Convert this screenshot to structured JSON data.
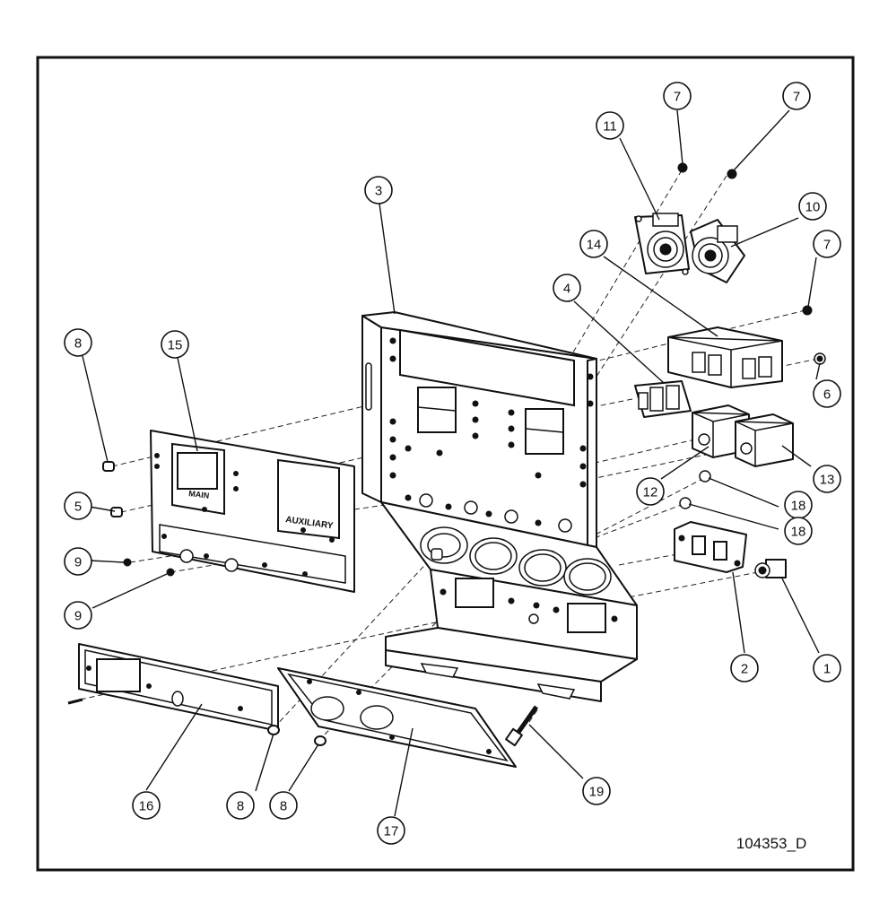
{
  "drawing": {
    "document_number": "104353_D",
    "panel_labels": {
      "main": "MAIN",
      "auxiliary": "AUXILIARY"
    },
    "callouts": [
      {
        "id": "c1",
        "label": "1"
      },
      {
        "id": "c2",
        "label": "2"
      },
      {
        "id": "c3",
        "label": "3"
      },
      {
        "id": "c4",
        "label": "4"
      },
      {
        "id": "c5",
        "label": "5"
      },
      {
        "id": "c6",
        "label": "6"
      },
      {
        "id": "c7a",
        "label": "7"
      },
      {
        "id": "c7b",
        "label": "7"
      },
      {
        "id": "c7c",
        "label": "7"
      },
      {
        "id": "c8a",
        "label": "8"
      },
      {
        "id": "c8b",
        "label": "8"
      },
      {
        "id": "c8c",
        "label": "8"
      },
      {
        "id": "c9a",
        "label": "9"
      },
      {
        "id": "c9b",
        "label": "9"
      },
      {
        "id": "c10",
        "label": "10"
      },
      {
        "id": "c11",
        "label": "11"
      },
      {
        "id": "c12",
        "label": "12"
      },
      {
        "id": "c13",
        "label": "13"
      },
      {
        "id": "c14",
        "label": "14"
      },
      {
        "id": "c15",
        "label": "15"
      },
      {
        "id": "c16",
        "label": "16"
      },
      {
        "id": "c17",
        "label": "17"
      },
      {
        "id": "c18a",
        "label": "18"
      },
      {
        "id": "c18b",
        "label": "18"
      },
      {
        "id": "c19",
        "label": "19"
      }
    ]
  }
}
